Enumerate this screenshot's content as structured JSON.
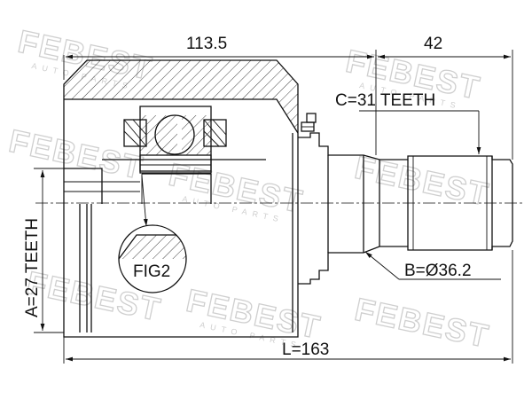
{
  "dimensions": {
    "outer_length_label": "113.5",
    "spline_length_label": "42",
    "outer_teeth_label": "C=31 TEETH",
    "inner_teeth_label": "A=27 TEETH",
    "shaft_diameter_label": "B=Ø36.2",
    "total_length_label": "L=163"
  },
  "detail": {
    "figure_label": "FIG2"
  },
  "watermark": {
    "brand": "FEBEST",
    "sub": "AUTO PARTS"
  }
}
